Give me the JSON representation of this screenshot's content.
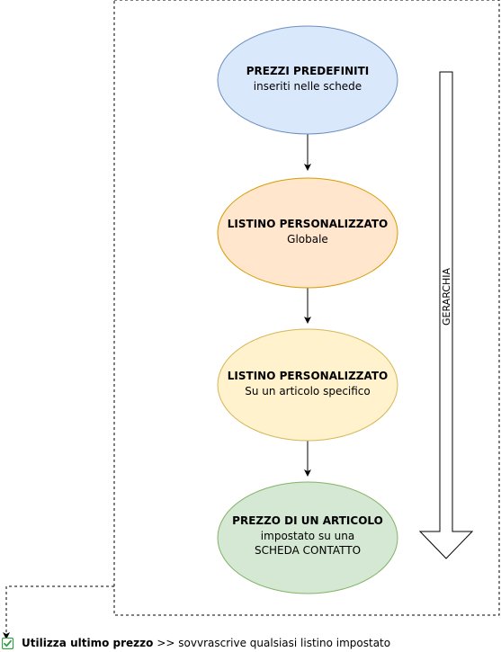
{
  "nodes": [
    {
      "title": "PREZZI PREDEFINITI",
      "lines": [
        "inseriti nelle schede"
      ],
      "fill": "#dae8fc",
      "stroke": "#6c8ebf"
    },
    {
      "title": "LISTINO PERSONALIZZATO",
      "lines": [
        "Globale"
      ],
      "fill": "#ffe6cc",
      "stroke": "#d79b00"
    },
    {
      "title": "LISTINO PERSONALIZZATO",
      "lines": [
        "Su un articolo specifico"
      ],
      "fill": "#fff2cc",
      "stroke": "#d6b656"
    },
    {
      "title": "PREZZO DI UN ARTICOLO",
      "lines": [
        "impostato su una",
        "SCHEDA CONTATTO"
      ],
      "fill": "#d5e8d4",
      "stroke": "#82b366"
    }
  ],
  "hierarchy_arrow": {
    "label": "GERARCHIA"
  },
  "footer": {
    "strong_text": "Utilizza ultimo prezzo",
    "rest_text": ">> sovvrascrive qualsiasi listino impostato",
    "checkbox_color": "#2e9e3e",
    "checked": true
  }
}
